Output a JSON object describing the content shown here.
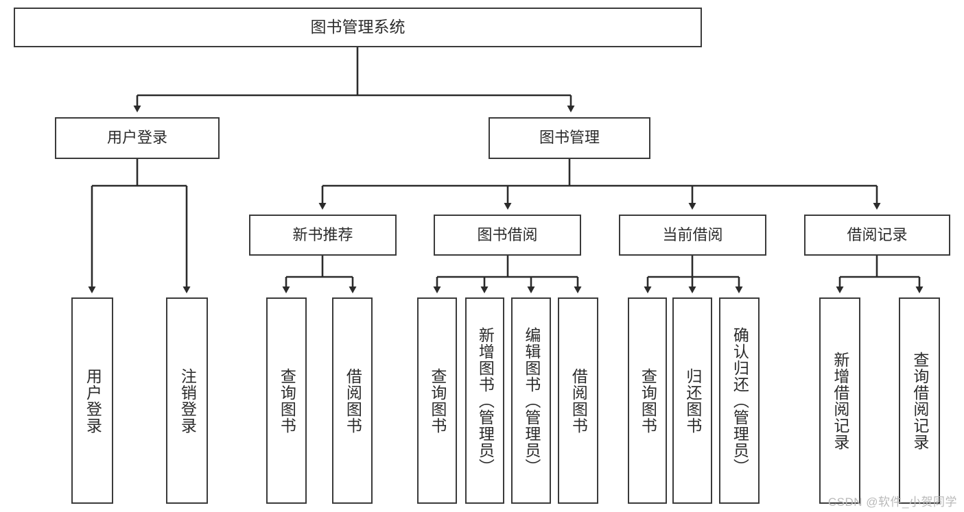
{
  "diagram": {
    "title": "图书管理系统",
    "colors": {
      "box_border": "#3a3a3a",
      "box_fill": "#ffffff",
      "connector": "#2b2b2b",
      "text": "#2b2b2b",
      "watermark": "#b9b9b9",
      "background": "#ffffff"
    },
    "root": {
      "label": "图书管理系统"
    },
    "level2": [
      {
        "label": "用户登录"
      },
      {
        "label": "图书管理"
      }
    ],
    "level3": [
      {
        "label": "新书推荐"
      },
      {
        "label": "图书借阅"
      },
      {
        "label": "当前借阅"
      },
      {
        "label": "借阅记录"
      }
    ],
    "leaves": {
      "user_login": [
        {
          "label": "用户登录"
        },
        {
          "label": "注销登录"
        }
      ],
      "new_book_recommend": [
        {
          "label": "查询图书"
        },
        {
          "label": "借阅图书"
        }
      ],
      "book_borrow": [
        {
          "label": "查询图书"
        },
        {
          "label": "新增图书（管理员）"
        },
        {
          "label": "编辑图书（管理员）"
        },
        {
          "label": "借阅图书"
        }
      ],
      "current_borrow": [
        {
          "label": "查询图书"
        },
        {
          "label": "归还图书"
        },
        {
          "label": "确认归还（管理员）"
        }
      ],
      "borrow_record": [
        {
          "label": "新增借阅记录"
        },
        {
          "label": "查询借阅记录"
        }
      ]
    },
    "watermark": "CSDN @软件_小贺同学"
  }
}
